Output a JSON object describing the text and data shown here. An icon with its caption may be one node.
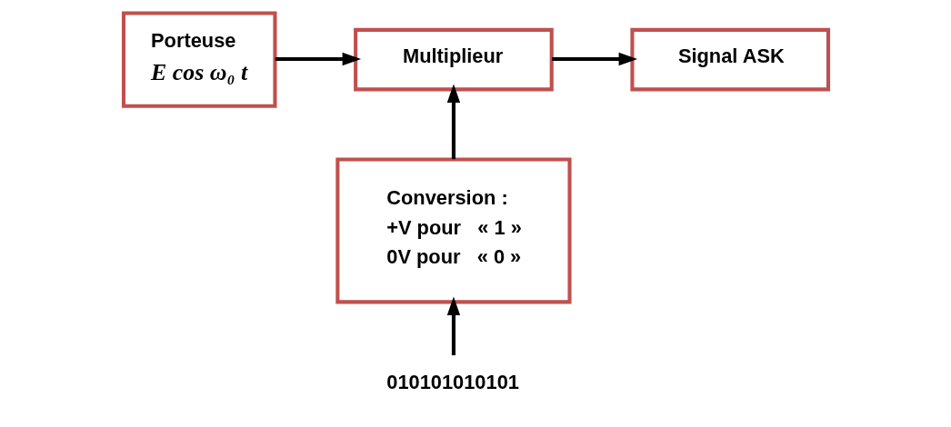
{
  "diagram": {
    "nodes": [
      {
        "text": [
          "Porteuse",
          "E cos ω₀ t"
        ]
      },
      {
        "text": [
          "Multiplieur"
        ]
      },
      {
        "text": [
          "Signal ASK"
        ]
      },
      {
        "text": [
          "Conversion :",
          "+V pour   « 1 »",
          "0V pour   « 0 »"
        ]
      },
      {
        "text": [
          "010101010101"
        ]
      }
    ],
    "edges": [
      {
        "from": 0,
        "to": 1,
        "arrow": "to"
      },
      {
        "from": 1,
        "to": 2,
        "arrow": "to"
      },
      {
        "from": 3,
        "to": 1,
        "arrow": "to"
      },
      {
        "from": 4,
        "to": 3,
        "arrow": "to"
      }
    ]
  }
}
